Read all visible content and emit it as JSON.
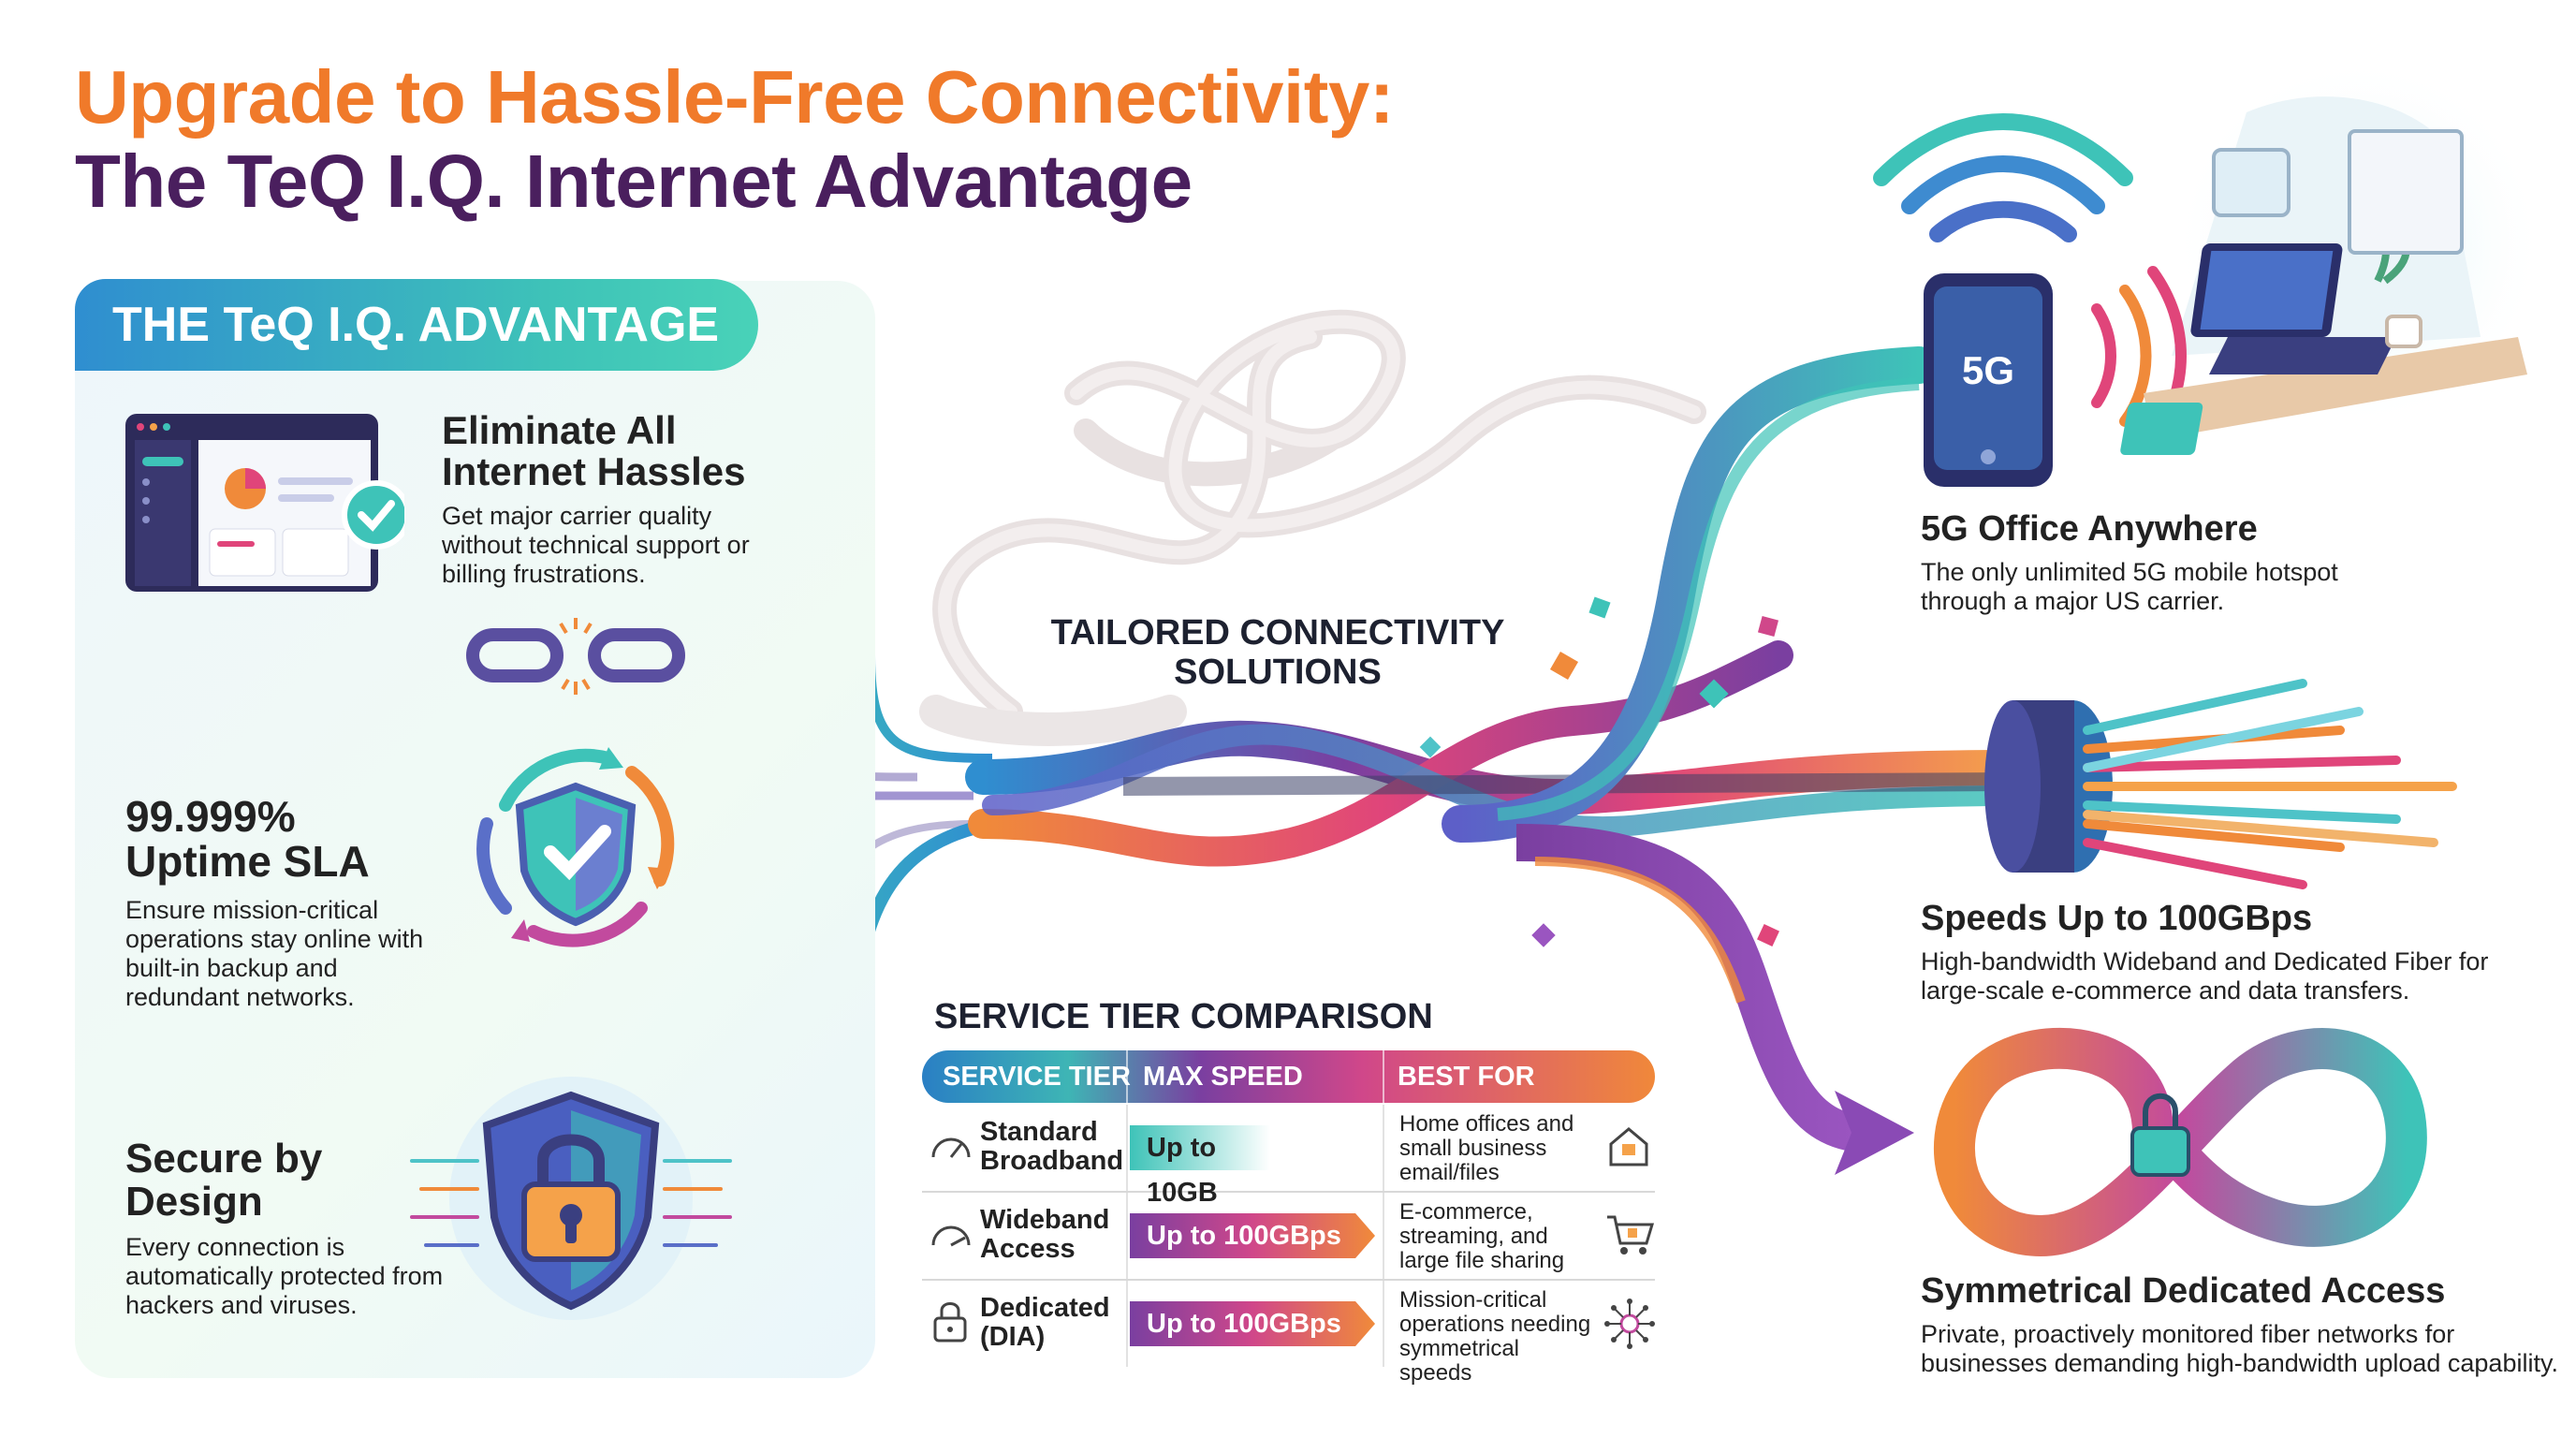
{
  "title": {
    "line1": "Upgrade to Hassle-Free Connectivity:",
    "line2": "The TeQ I.Q. Internet Advantage"
  },
  "advantage": {
    "tab_label": "THE TeQ I.Q. ADVANTAGE",
    "items": [
      {
        "heading": "Eliminate All Internet Hassles",
        "body": "Get major carrier quality without technical support or billing frustrations."
      },
      {
        "heading": "99.999% Uptime SLA",
        "body": "Ensure mission-critical operations stay online with built-in backup and redundant networks."
      },
      {
        "heading": "Secure by Design",
        "body": "Every connection is automatically protected from hackers and viruses."
      }
    ]
  },
  "center_label": "TAILORED CONNECTIVITY SOLUTIONS",
  "features": [
    {
      "heading": "5G Office Anywhere",
      "body": "The only unlimited 5G mobile hotspot through a major US carrier.",
      "badge": "5G"
    },
    {
      "heading": "Speeds Up to 100GBps",
      "body": "High-bandwidth Wideband and Dedicated Fiber for large-scale e-commerce and data transfers."
    },
    {
      "heading": "Symmetrical Dedicated Access",
      "body": "Private, proactively monitored fiber networks for businesses demanding high-bandwidth upload capability."
    }
  ],
  "comparison": {
    "title": "SERVICE TIER COMPARISON",
    "headers": [
      "SERVICE TIER",
      "MAX SPEED",
      "BEST FOR"
    ],
    "rows": [
      {
        "tier": "Standard Broadband",
        "speed": "Up to 10GB",
        "best_for": "Home offices and small business email/files",
        "tier_icon": "gauge-icon",
        "best_icon": "house-icon"
      },
      {
        "tier": "Wideband Access",
        "speed": "Up to 100GBps",
        "best_for": "E-commerce, streaming, and large file sharing",
        "tier_icon": "gauge-icon",
        "best_icon": "cart-icon"
      },
      {
        "tier": "Dedicated (DIA)",
        "speed": "Up to 100GBps",
        "best_for": "Mission-critical operations needing symmetrical speeds",
        "tier_icon": "lock-icon",
        "best_icon": "network-icon"
      }
    ]
  },
  "colors": {
    "title_orange": "#f07a2a",
    "title_purple": "#4a1f5e",
    "teal": "#3ec3b8",
    "blue": "#2f8ed0",
    "magenta": "#d0478a",
    "violet": "#7a3fa0"
  }
}
